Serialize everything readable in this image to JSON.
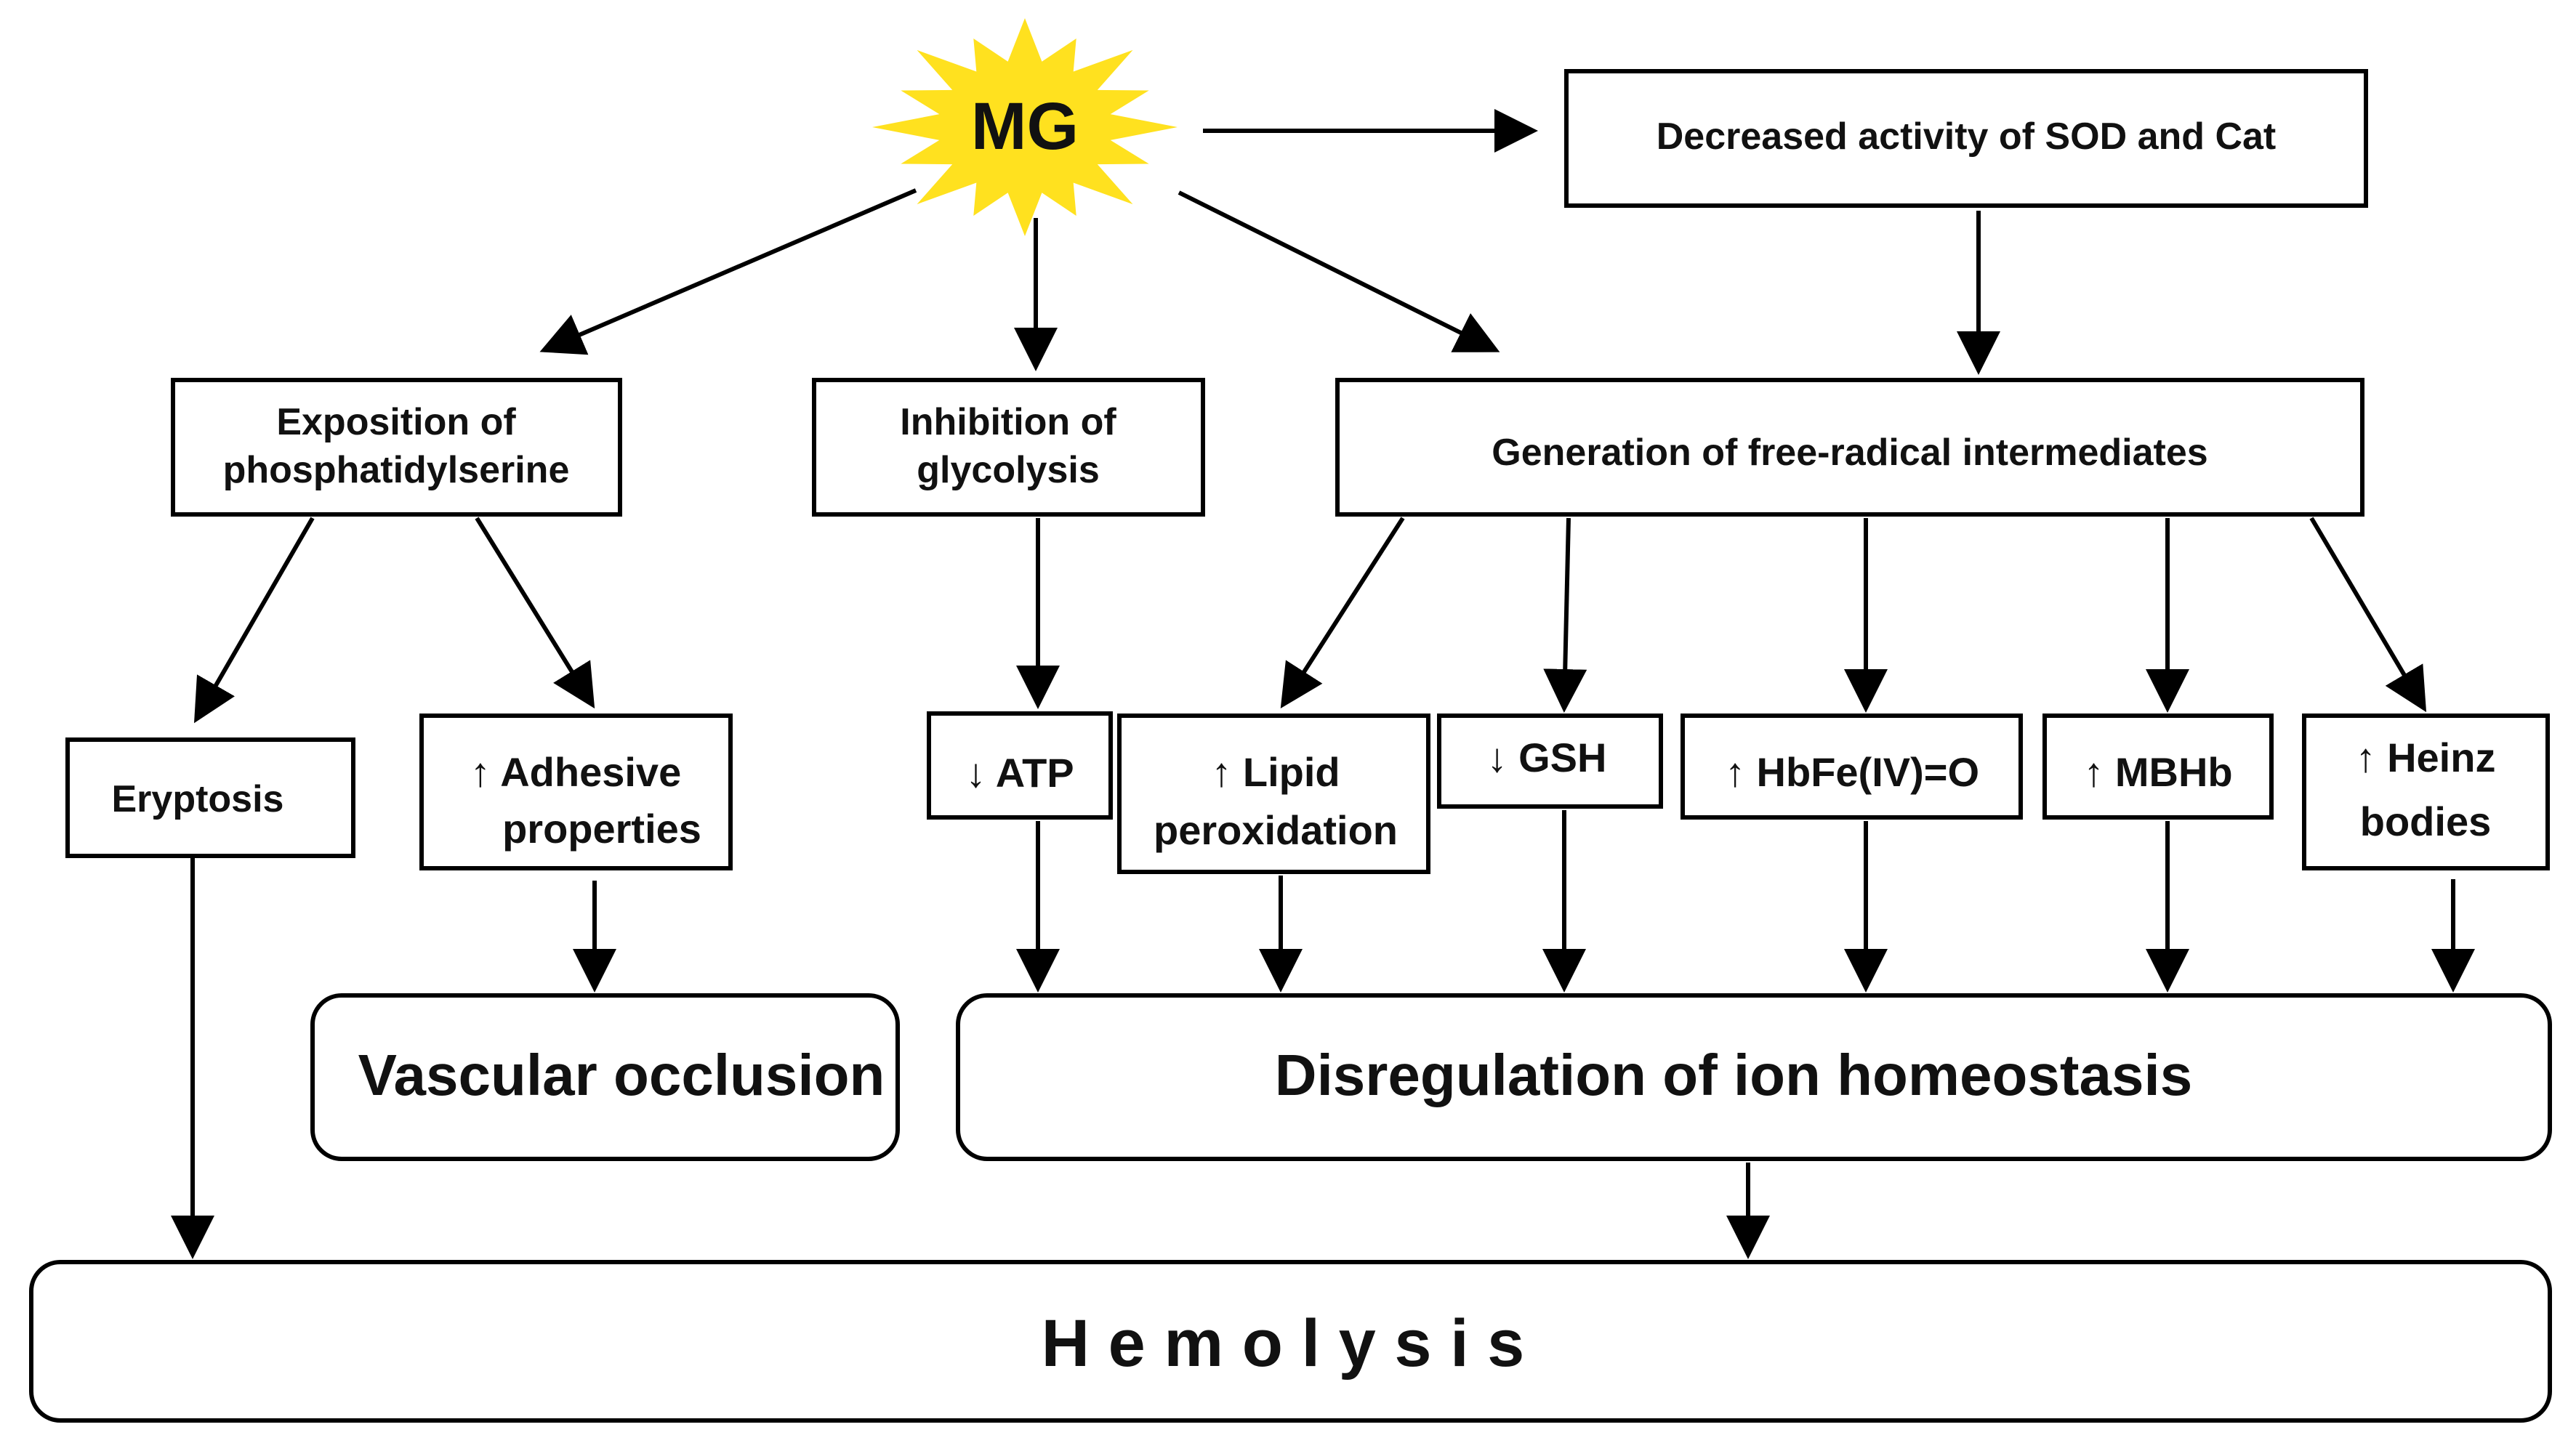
{
  "nodes": {
    "mg": {
      "label": "MG"
    },
    "sod_cat": {
      "label": "Decreased activity of SOD and Cat"
    },
    "exposition": {
      "line1": "Exposition of",
      "line2": "phosphatidylserine"
    },
    "glycolysis": {
      "line1": "Inhibition of",
      "line2": "glycolysis"
    },
    "free_radical": {
      "label": "Generation of free-radical intermediates"
    },
    "eryptosis": {
      "label": "Eryptosis"
    },
    "adhesive": {
      "line1": "↑ Adhesive",
      "line2": "properties"
    },
    "atp": {
      "label": "↓ ATP"
    },
    "lipid": {
      "line1": "↑ Lipid",
      "line2": "peroxidation"
    },
    "gsh": {
      "label": "↓ GSH"
    },
    "hbfe": {
      "label": "↑ HbFe(IV)=O"
    },
    "mbhb": {
      "label": "↑ MBHb"
    },
    "heinz": {
      "line1": "↑ Heinz",
      "line2": "bodies"
    },
    "vascular": {
      "label": "Vascular occlusion"
    },
    "disregulation": {
      "label": "Disregulation of ion homeostasis"
    },
    "hemolysis": {
      "label": "H e m o l y s i s"
    }
  },
  "colors": {
    "burst_fill": "#FFE11F",
    "stroke": "#000000",
    "text": "#111111"
  }
}
